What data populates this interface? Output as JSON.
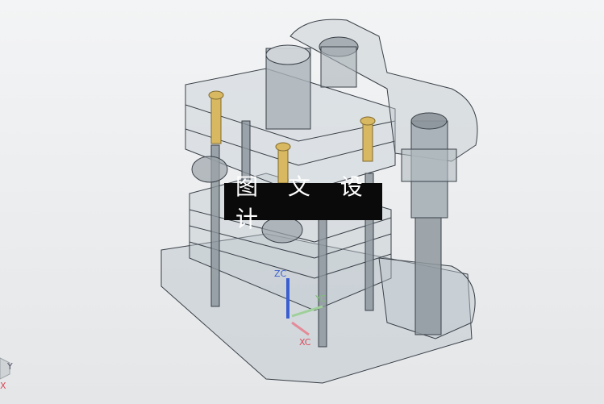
{
  "overlay_title": "图 文 设 计",
  "wcs_triad": {
    "x_label": "XC",
    "y_label": "YC",
    "z_label": "ZC"
  },
  "view_triad": {
    "x_label": "X",
    "y_label": "Y"
  },
  "colors": {
    "x_axis": "#d94a5a",
    "y_axis": "#7fc07a",
    "z_axis": "#3a5fd0",
    "body": "#b8c2c8",
    "screw": "#d8b860"
  }
}
